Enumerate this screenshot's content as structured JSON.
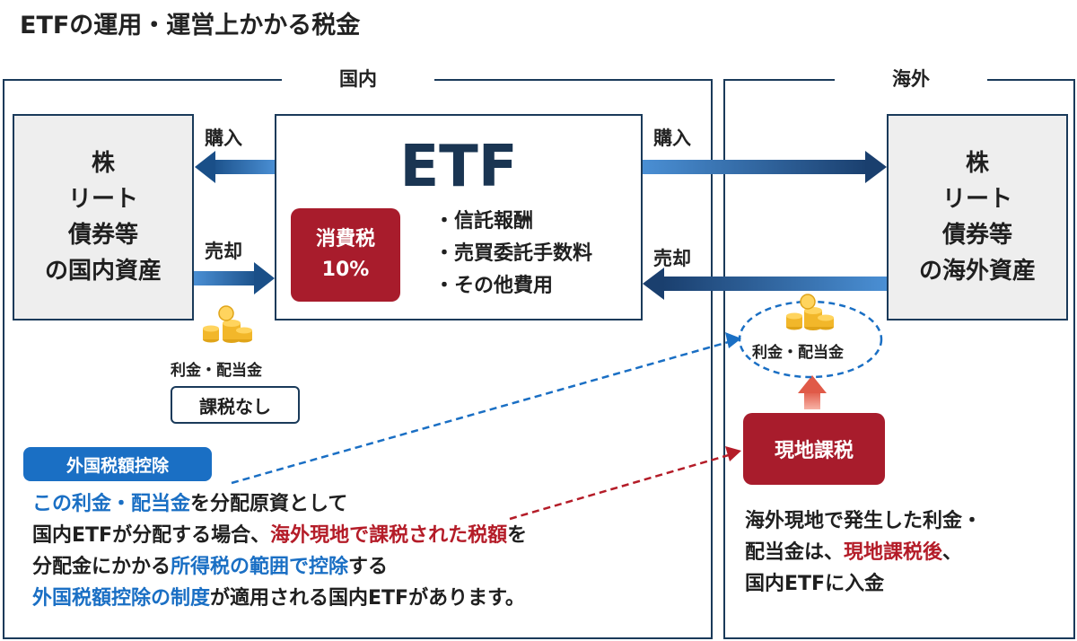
{
  "title": "ETFの運用・運営上かかる税金",
  "regions": {
    "domestic": "国内",
    "overseas": "海外"
  },
  "domestic_assets": {
    "line1": "株",
    "line2": "リート",
    "line3": "債券等",
    "line4": "の国内資産"
  },
  "overseas_assets": {
    "line1": "株",
    "line2": "リート",
    "line3": "債券等",
    "line4": "の海外資産"
  },
  "etf": {
    "title": "ETF",
    "tax_line1": "消費税",
    "tax_line2": "10%",
    "fees": [
      "・信託報酬",
      "・売買委託手数料",
      "・その他費用"
    ]
  },
  "arrows": {
    "buy_domestic": "購入",
    "sell_domestic": "売却",
    "buy_overseas": "購入",
    "sell_overseas": "売却"
  },
  "domestic_dividend": {
    "label": "利金・配当金",
    "badge": "課税なし"
  },
  "overseas_dividend": {
    "label": "利金・配当金"
  },
  "local_tax": "現地課税",
  "credit": {
    "pill": "外国税額控除",
    "l1_b": "この利金・配当金",
    "l1_n": "を分配原資として",
    "l2_n": "国内ETFが分配する場合、",
    "l2_r": "海外現地で課税された税額",
    "l2_n2": "を",
    "l3_n": "分配金にかかる",
    "l3_b": "所得税の範囲で控除",
    "l3_n2": "する",
    "l4_b": "外国税額控除の制度",
    "l4_n": "が適用される国内ETFがあります。"
  },
  "overseas_note": {
    "l1": "海外現地で発生した利金・",
    "l2_n": "配当金は、",
    "l2_r": "現地課税後",
    "l2_n2": "、",
    "l3": "国内ETFに入金"
  },
  "colors": {
    "navy": "#1a3a5a",
    "blue": "#1a6fc4",
    "red": "#a81c2c",
    "arrow_blue": "#2f6fb6"
  }
}
